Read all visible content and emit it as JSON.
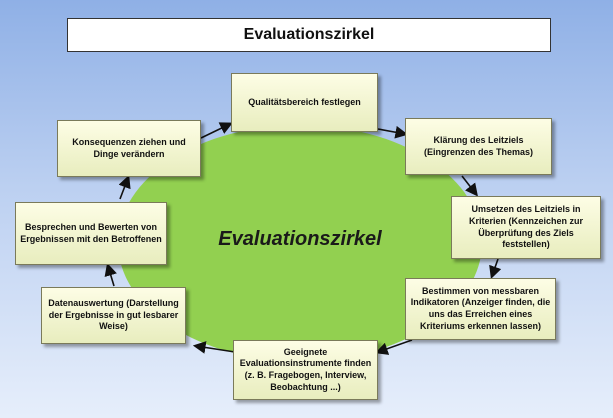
{
  "title": "Evaluationszirkel",
  "center_label": "Evaluationszirkel",
  "colors": {
    "ellipse_fill": "#92d050",
    "box_fill": "#fafad7",
    "background_top": "#8fb0e6",
    "background_bottom": "#e6eefb"
  },
  "steps": [
    {
      "id": "s1",
      "text": "Qualitätsbereich festlegen"
    },
    {
      "id": "s2",
      "text": "Klärung des Leitziels (Eingrenzen des Themas)"
    },
    {
      "id": "s3",
      "text": "Umsetzen des Leitziels in Kriterien (Kennzeichen zur Überprüfung des Ziels feststellen)"
    },
    {
      "id": "s4",
      "text": "Bestimmen von messbaren Indikatoren (Anzeiger finden, die uns das Erreichen eines Kriteriums erkennen lassen)"
    },
    {
      "id": "s5",
      "text": "Geeignete Evaluationsinstrumente finden (z. B. Fragebogen, Interview, Beobachtung  ...)"
    },
    {
      "id": "s6",
      "text": "Datenauswertung (Darstellung der Ergebnisse in gut lesbarer Weise)"
    },
    {
      "id": "s7",
      "text": "Besprechen und Bewerten von Ergebnissen mit den Betroffenen"
    },
    {
      "id": "s8",
      "text": "Konsequenzen ziehen und Dinge verändern"
    }
  ]
}
